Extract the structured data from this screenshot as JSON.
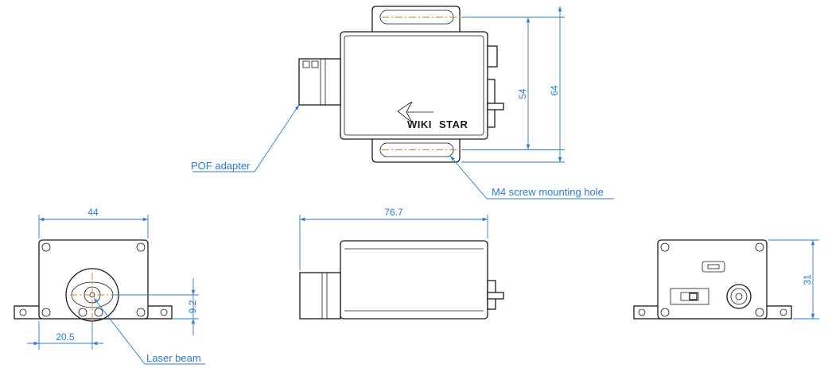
{
  "dimensions": {
    "top_inner_height": "54",
    "top_outer_height": "64",
    "front_width": "44",
    "beam_height": "9.2",
    "beam_offset": "20.5",
    "side_length": "76.7",
    "rear_height": "31"
  },
  "callouts": {
    "pof_adapter": "POF adapter",
    "mounting_hole": "M4 screw mounting hole",
    "laser_beam": "Laser beam"
  },
  "logo": {
    "brand_a": "WIKI",
    "brand_b": "STAR"
  },
  "colors": {
    "outline": "#1a1a1a",
    "dimension": "#2b7bd8",
    "centerline": "#e07a1a"
  }
}
